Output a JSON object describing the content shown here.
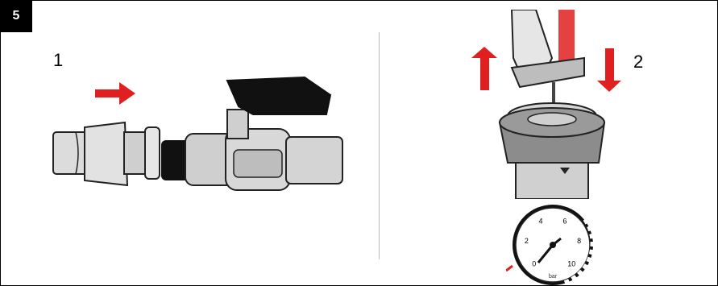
{
  "step": {
    "number": "5"
  },
  "panel_left": {
    "label": "1"
  },
  "panel_right": {
    "label": "2"
  },
  "gauge": {
    "ticks": [
      "0",
      "2",
      "4",
      "6",
      "8",
      "10"
    ],
    "unit": "bar"
  },
  "colors": {
    "arrow_red": "#e02020",
    "metal": "#c8c8c8",
    "handle": "#111111"
  },
  "icons": [
    "arrow-right-icon",
    "arrow-up-icon",
    "arrow-down-icon",
    "hose-icon",
    "ball-valve-icon",
    "pump-handle-icon",
    "hand-icon",
    "pressure-gauge-icon"
  ]
}
